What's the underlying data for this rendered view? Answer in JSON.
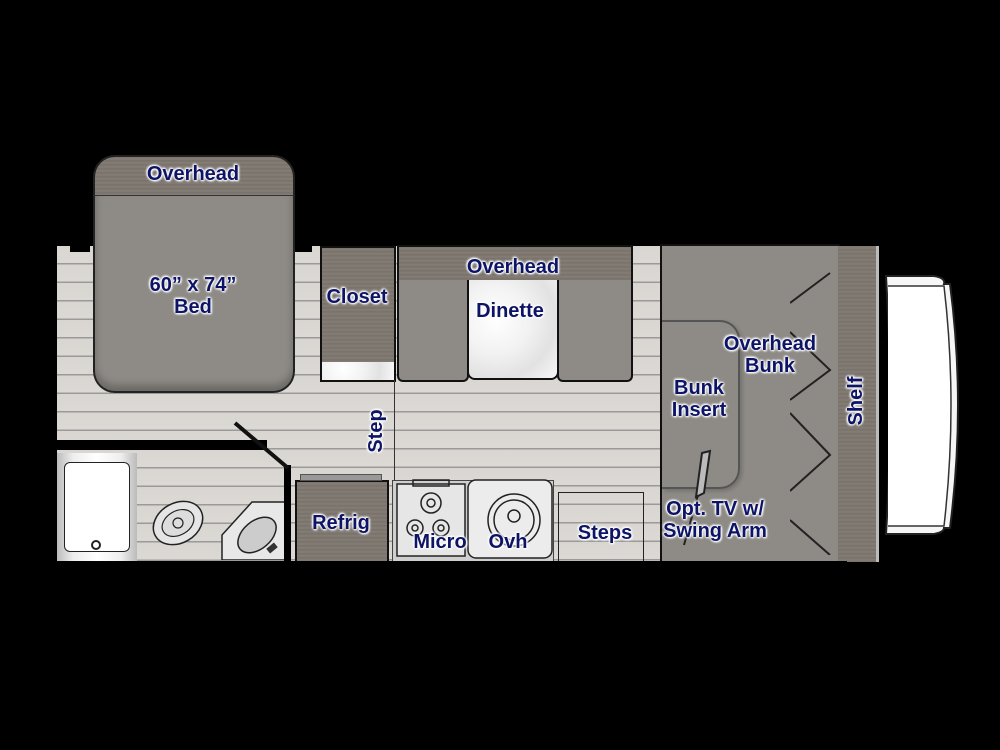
{
  "floorplan": {
    "labels": {
      "bed_overhead": "Overhead",
      "bed_size": "60” x 74”",
      "bed": "Bed",
      "closet": "Closet",
      "dinette_overhead": "Overhead",
      "dinette": "Dinette",
      "step": "Step",
      "overhead_bunk_1": "Overhead",
      "overhead_bunk_2": "Bunk",
      "bunk_insert_1": "Bunk",
      "bunk_insert_2": "Insert",
      "shelf": "Shelf",
      "refrig": "Refrig",
      "micro": "Micro",
      "ovh": "Ovh",
      "steps": "Steps",
      "tv_1": "Opt. TV w/",
      "tv_2": "Swing Arm"
    },
    "colors": {
      "background": "#000000",
      "floor": "#d9d6d1",
      "furniture_gray": "#8e8b86",
      "wood": "#7d766f",
      "label_text": "#0d1466"
    }
  }
}
